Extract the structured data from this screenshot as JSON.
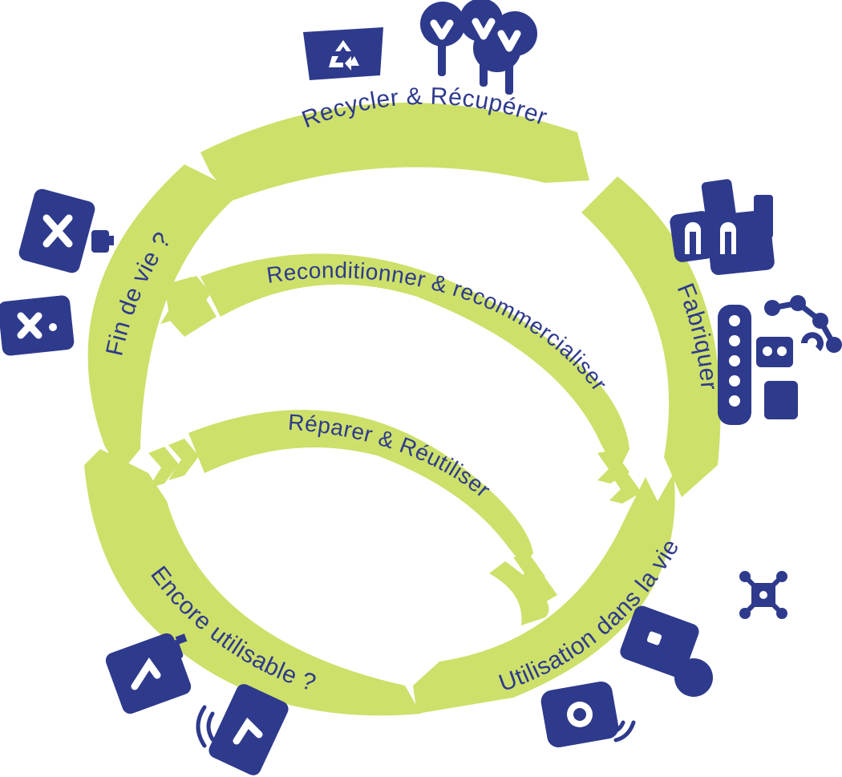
{
  "cycle": {
    "outer_top": "Recycler & Récupérer",
    "outer_right": "Fabriquer",
    "outer_bottom_right": "Utilisation dans la vie",
    "outer_bottom_left": "Encore utilisable ?",
    "outer_left": "Fin de vie ?",
    "middle": "Reconditionner & recommercialiser",
    "inner": "Réparer & Réutiliser"
  },
  "colors": {
    "arrow": "#cde06a",
    "icon": "#2e3a8c",
    "text": "#2e3a8c"
  },
  "icons": [
    "recycle-bin-icon",
    "trees-icon",
    "factory-icon",
    "robot-assembly-icon",
    "drone-icon",
    "tablet-icon",
    "camera-icon",
    "broken-phone-icon",
    "working-phone-icon"
  ]
}
